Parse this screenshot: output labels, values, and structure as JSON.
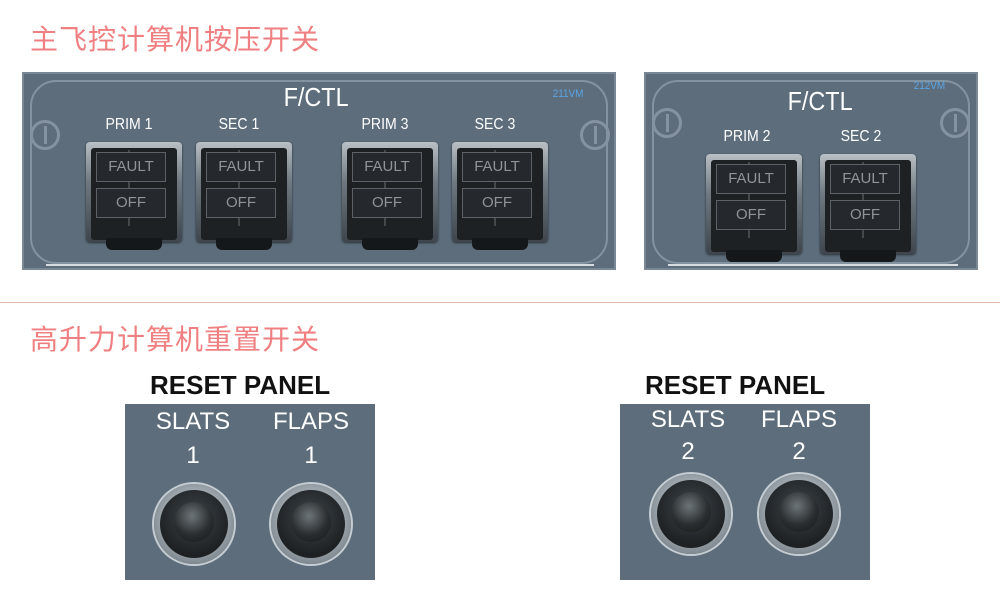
{
  "sections": {
    "fctl_title": "主飞控计算机按压开关",
    "reset_title": "高升力计算机重置开关"
  },
  "fctl_panel_left": {
    "title": "F/CTL",
    "ref": "211VM",
    "switches": [
      {
        "label": "PRIM 1",
        "upper": "FAULT",
        "lower": "OFF"
      },
      {
        "label": "SEC 1",
        "upper": "FAULT",
        "lower": "OFF"
      },
      {
        "label": "PRIM 3",
        "upper": "FAULT",
        "lower": "OFF"
      },
      {
        "label": "SEC 3",
        "upper": "FAULT",
        "lower": "OFF"
      }
    ]
  },
  "fctl_panel_right": {
    "title": "F/CTL",
    "ref": "212VM",
    "switches": [
      {
        "label": "PRIM 2",
        "upper": "FAULT",
        "lower": "OFF"
      },
      {
        "label": "SEC 2",
        "upper": "FAULT",
        "lower": "OFF"
      }
    ]
  },
  "reset_left": {
    "caption": "RESET PANEL",
    "buttons": [
      {
        "name": "SLATS",
        "num": "1"
      },
      {
        "name": "FLAPS",
        "num": "1"
      }
    ]
  },
  "reset_right": {
    "caption": "RESET PANEL",
    "buttons": [
      {
        "name": "SLATS",
        "num": "2"
      },
      {
        "name": "FLAPS",
        "num": "2"
      }
    ]
  },
  "colors": {
    "panel": "#5d6d7c",
    "section_title": "#ef7f80",
    "ref_label": "#5aa6e6"
  }
}
